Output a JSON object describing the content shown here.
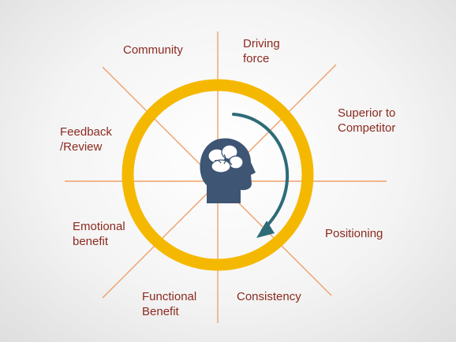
{
  "diagram": {
    "labels": {
      "community": "Community",
      "driving_force": "Driving\nforce",
      "superior": "Superior to\nCompetitor",
      "feedback": "Feedback\n/Review",
      "emotional": "Emotional\nbenefit",
      "positioning": "Positioning",
      "functional": "Functional\nBenefit",
      "consistency": "Consistency"
    },
    "center_icon": "head-with-brain-icon",
    "colors": {
      "ring": "#f5b800",
      "spokes": "#f0a06a",
      "arrow": "#2e6b78",
      "head": "#3e5574",
      "label_text": "#8b2a1f"
    }
  }
}
